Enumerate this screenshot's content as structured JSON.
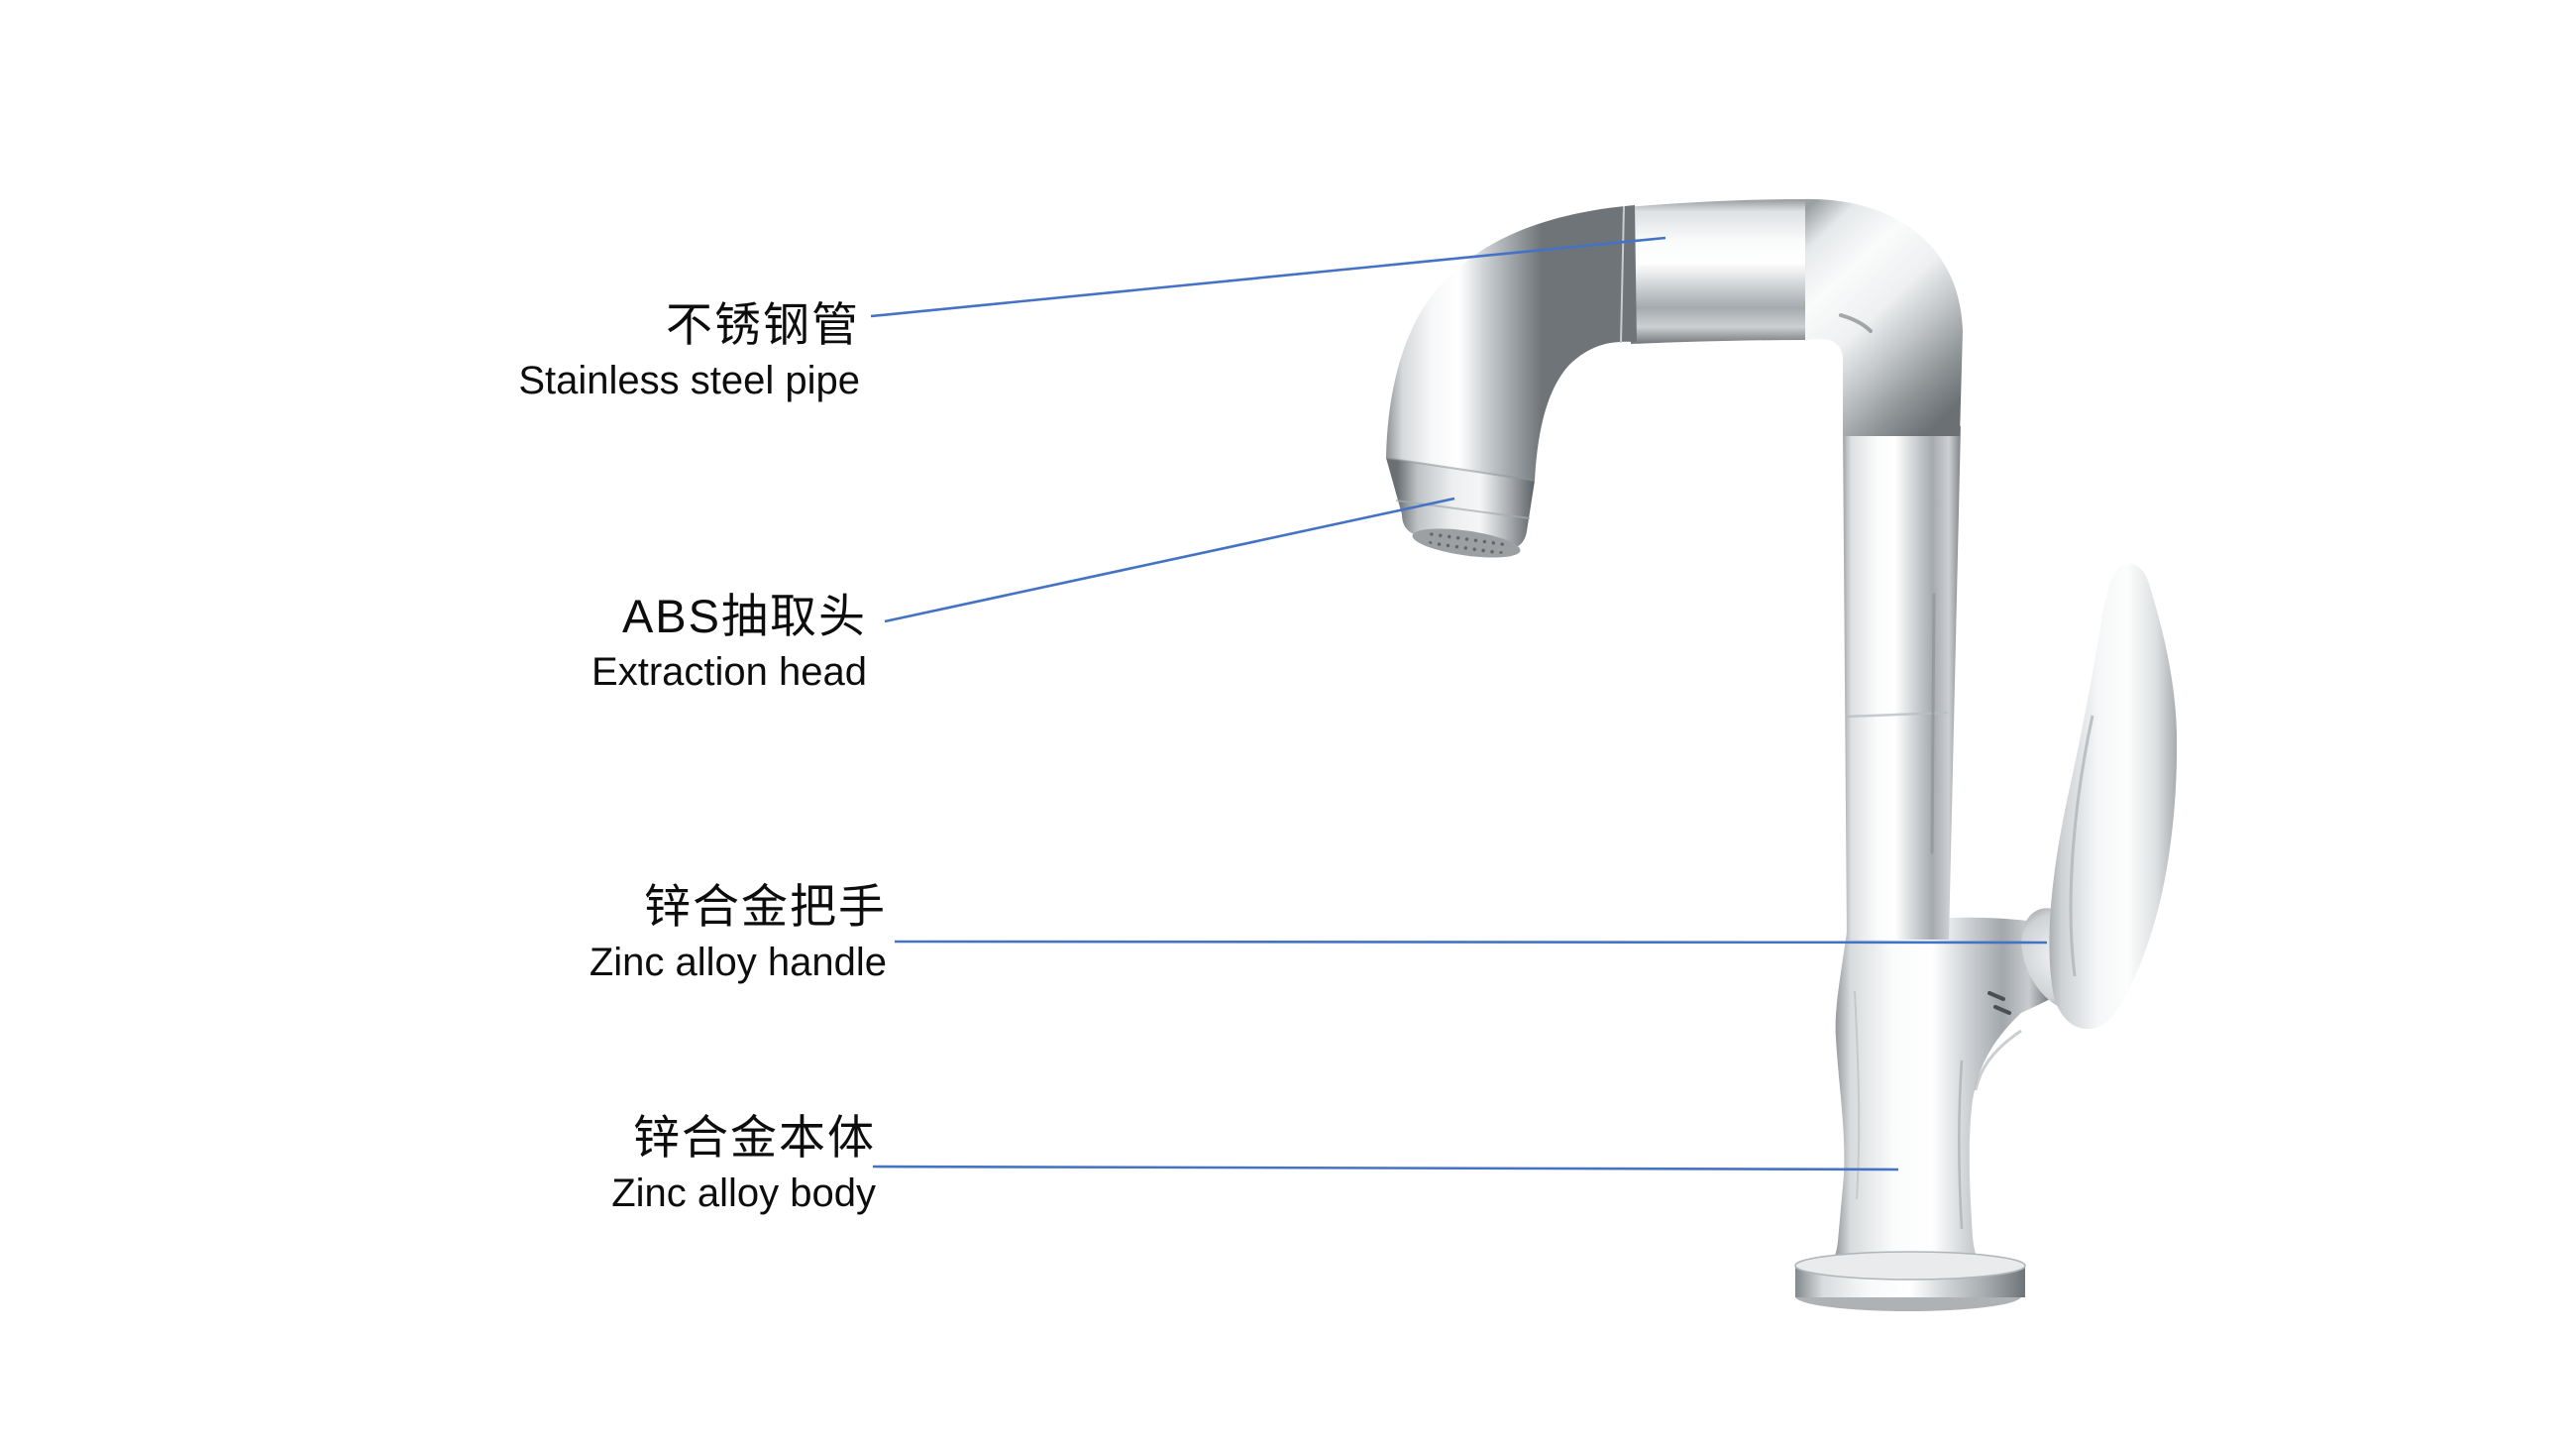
{
  "diagram": {
    "background": "#ffffff",
    "line_color": "#4472c4",
    "text_color": "#0d0d0d",
    "labels": [
      {
        "id": "stainless-pipe",
        "zh": "不锈钢管",
        "en": "Stainless steel pipe"
      },
      {
        "id": "extraction-head",
        "zh": "ABS抽取头",
        "en": "Extraction head"
      },
      {
        "id": "zinc-handle",
        "zh": "锌合金把手",
        "en": "Zinc alloy handle"
      },
      {
        "id": "zinc-body",
        "zh": "锌合金本体",
        "en": "Zinc alloy body"
      }
    ]
  }
}
